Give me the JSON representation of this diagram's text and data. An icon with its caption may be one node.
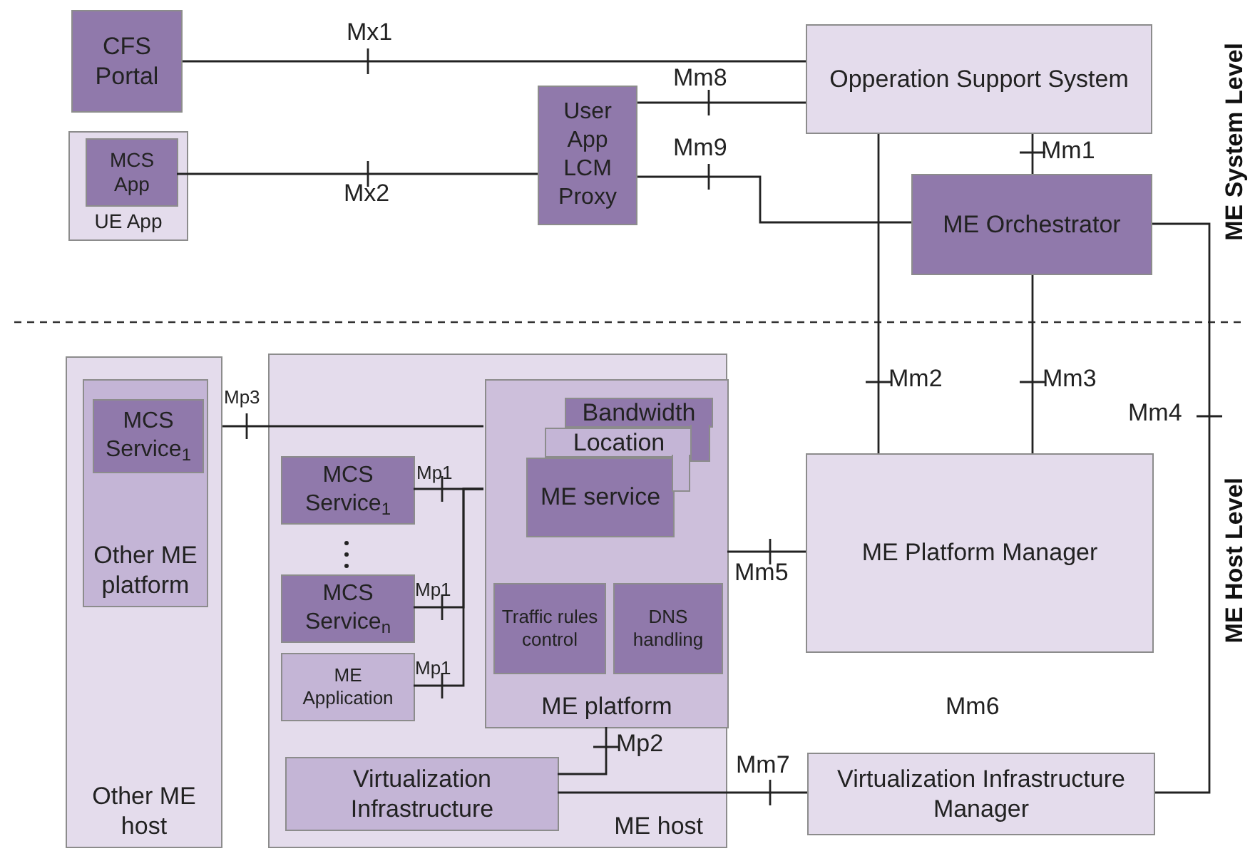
{
  "diagram": {
    "nodes": [
      {
        "text": [
          "CFS Portal"
        ]
      },
      {
        "text": [
          "UE App"
        ]
      },
      {
        "text": [
          "MCS App"
        ],
        "in": 1
      },
      {
        "text": [
          "User App LCM Proxy"
        ]
      },
      {
        "text": [
          "Opperation Support System"
        ]
      },
      {
        "text": [
          "ME Orchestrator"
        ]
      },
      {
        "text": [
          "Other ME host"
        ]
      },
      {
        "text": [
          "Other ME platform"
        ],
        "in": 6
      },
      {
        "text": [
          "MCS Service$_{1}$"
        ],
        "in": 7
      },
      {
        "text": [
          "ME host"
        ]
      },
      {
        "text": [
          "ME platform"
        ],
        "in": 9
      },
      {
        "text": [
          "Bandwidth"
        ],
        "in": 10
      },
      {
        "text": [
          "Location"
        ],
        "in": 10
      },
      {
        "text": [
          "ME service"
        ],
        "in": 10
      },
      {
        "text": [
          "Traffic rules control"
        ],
        "in": 10
      },
      {
        "text": [
          "DNS handling"
        ],
        "in": 10
      },
      {
        "text": [
          "MCS Service$_{1}$"
        ],
        "in": 9
      },
      {
        "text": [
          "MCS Service$_{n}$"
        ],
        "in": 9
      },
      {
        "text": [
          "ME Application"
        ],
        "in": 9
      },
      {
        "text": [
          "Virtualization Infrastructure"
        ],
        "in": 9
      },
      {
        "text": [
          "ME Platform Manager"
        ]
      },
      {
        "text": [
          "Virtualization Infrastructure Manager"
        ]
      }
    ],
    "edges": [
      {
        "from": 0,
        "to": 4,
        "arrow": "none",
        "label": "Mx1"
      },
      {
        "from": 2,
        "to": 3,
        "arrow": "none",
        "label": "Mx2"
      },
      {
        "from": 3,
        "to": 4,
        "arrow": "none",
        "label": "Mm8"
      },
      {
        "from": 3,
        "to": 5,
        "arrow": "none",
        "label": "Mm9"
      },
      {
        "from": 4,
        "to": 5,
        "arrow": "none",
        "label": "Mm1"
      },
      {
        "from": 4,
        "to": 20,
        "arrow": "none",
        "label": "Mm2"
      },
      {
        "from": 5,
        "to": 20,
        "arrow": "none",
        "label": "Mm3"
      },
      {
        "from": 5,
        "to": 21,
        "arrow": "none",
        "label": "Mm4"
      },
      {
        "from": 10,
        "to": 20,
        "arrow": "none",
        "label": "Mm5"
      },
      {
        "from": 19,
        "to": 21,
        "arrow": "none",
        "label": "Mm7"
      },
      {
        "from": 10,
        "to": 19,
        "arrow": "none",
        "label": "Mp2"
      },
      {
        "from": 6,
        "to": 10,
        "arrow": "none",
        "label": "Mp3"
      },
      {
        "from": 16,
        "to": 10,
        "arrow": "none",
        "label": "Mp1"
      },
      {
        "from": 17,
        "to": 10,
        "arrow": "none",
        "label": "Mp1"
      },
      {
        "from": 18,
        "to": 10,
        "arrow": "none",
        "label": "Mp1"
      }
    ],
    "labels": [
      "Mm6",
      "ME System Level",
      "ME Host Level"
    ]
  }
}
